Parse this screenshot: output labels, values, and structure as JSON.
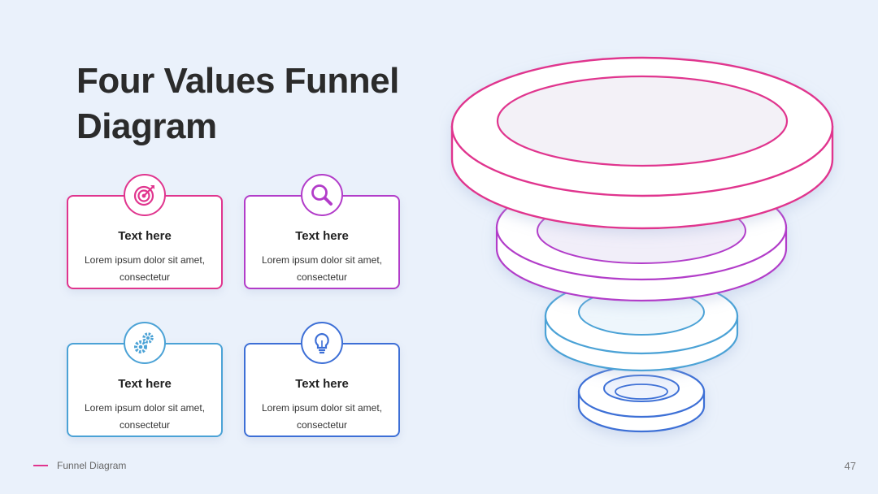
{
  "slide": {
    "title": "Four Values Funnel Diagram",
    "footer_label": "Funnel Diagram",
    "page_number": "47"
  },
  "cards": [
    {
      "heading": "Text here",
      "body": "Lorem ipsum dolor sit amet, consectetur",
      "icon": "target-icon",
      "color": "#e0358e"
    },
    {
      "heading": "Text here",
      "body": "Lorem ipsum dolor sit amet, consectetur",
      "icon": "search-icon",
      "color": "#b23cc9"
    },
    {
      "heading": "Text here",
      "body": "Lorem ipsum dolor sit amet, consectetur",
      "icon": "gears-icon",
      "color": "#4ba2d6"
    },
    {
      "heading": "Text here",
      "body": "Lorem ipsum dolor sit amet, consectetur",
      "icon": "lightbulb-icon",
      "color": "#3d6fd6"
    }
  ],
  "funnel": {
    "ring_colors": [
      "#e0358e",
      "#b23cc9",
      "#4ba2d6",
      "#3d6fd6"
    ]
  }
}
